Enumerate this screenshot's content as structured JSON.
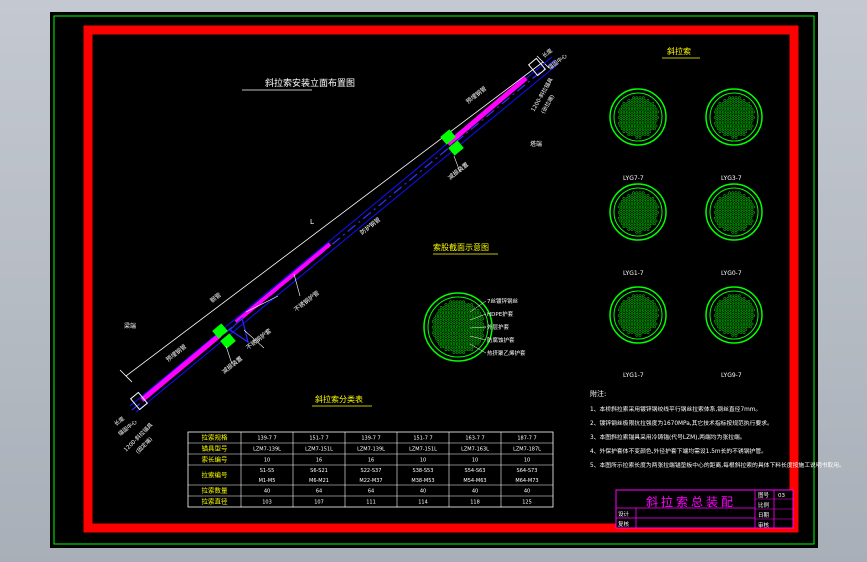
{
  "titles": {
    "layout_title": "斜拉索安装立面布置图",
    "section_title": "索股截面示意图",
    "cable_section": "斜拉索",
    "table_title": "斜拉索分类表",
    "notes_title": "附注:"
  },
  "labels": {
    "anchor_top_length": "长度",
    "anchor_top_center": "锚固中心",
    "anchor_top_tag_1": "1200-斜拉锚具",
    "anchor_top_tag_2": "(张拉端)",
    "anchor_bottom_length": "长度",
    "anchor_bottom_center": "锚固中心",
    "anchor_bottom_tag_1": "1200-斜拉锚具",
    "anchor_bottom_tag_2": "(固定端)",
    "upper_damper": "减振装置",
    "lower_damper": "减振装置",
    "upper_side": "塔端",
    "lower_side": "梁端",
    "lower_pipe": "预埋钢管",
    "lower_sleeve": "预埋钢管",
    "mid_pipe": "防护钢管",
    "length_mark": "L",
    "pe_pipe": "斜拉索",
    "protect_pipe": "不锈钢护管",
    "lower_seal": "不锈钢护套",
    "upper_steel": "钢管"
  },
  "section_callouts": [
    "7丝镀锌钢丝",
    "HDPE护套",
    "外层护套",
    "防腐蚀护套",
    "热挤聚乙烯护套"
  ],
  "cable_types": [
    {
      "label": "LYG7-7"
    },
    {
      "label": "LYG3-7"
    },
    {
      "label": "LYG1-7"
    },
    {
      "label": "LYG0-7"
    },
    {
      "label": "LYG1-7"
    },
    {
      "label": "LYG9-7"
    }
  ],
  "table": {
    "headers": [
      "拉索规格",
      "139-7 7",
      "151-7 7",
      "139-7 7",
      "151-7 7",
      "163-7 7",
      "187-7 7"
    ],
    "rows": [
      [
        "锚具型号",
        "LZM7-139L",
        "LZM7-151L",
        "LZM7-139L",
        "LZM7-151L",
        "LZM7-163L",
        "LZM7-187L"
      ],
      [
        "索长编号",
        "10",
        "16",
        "16",
        "10",
        "10",
        "10"
      ],
      [
        "拉索编号",
        "S1-S5\nM1-M5",
        "S6-S21\nM6-M21",
        "S22-S37\nM22-M37",
        "S38-S53\nM38-M53",
        "S54-S63\nM54-M63",
        "S64-S73\nM64-M73"
      ],
      [
        "拉索数量",
        "40",
        "64",
        "64",
        "40",
        "40",
        "40"
      ],
      [
        "拉索直径",
        "103",
        "107",
        "111",
        "114",
        "118",
        "125"
      ]
    ]
  },
  "notes": [
    "1、本桥斜拉索采用镀锌钢绞线平行钢丝拉索体系,钢丝直径7mm。",
    "2、镀锌钢丝极限抗拉强度为1670MPa,其它技术指标按规范执行要求。",
    "3、本图斜拉索锚具采用冷铸锚(代号LZM),两端均为张拉端。",
    "4、外保护套体不变颜色,外径护套下端均需设1.5m长的不锈钢护管。",
    "5、本图所示拉索长度为两张拉端锚垫板中心的距离,每根斜拉索的具体下料长度按施工说明书取用。"
  ],
  "title_block": {
    "drawing_name": "斜拉索总装配",
    "fields": [
      "图号",
      "比例",
      "日期",
      "审核"
    ],
    "field_values": [
      "03",
      "",
      "",
      ""
    ],
    "left_fields": [
      "设计",
      "复核",
      "审核"
    ]
  },
  "colors": {
    "frame_red": "#ff0000",
    "border_green": "#00ff00",
    "text_yellow": "#ffff00",
    "text_white": "#ffffff",
    "cable_magenta": "#ff00ff",
    "cable_blue": "#0000ff",
    "circle_green": "#00ff00",
    "damper_green": "#00ff00"
  }
}
